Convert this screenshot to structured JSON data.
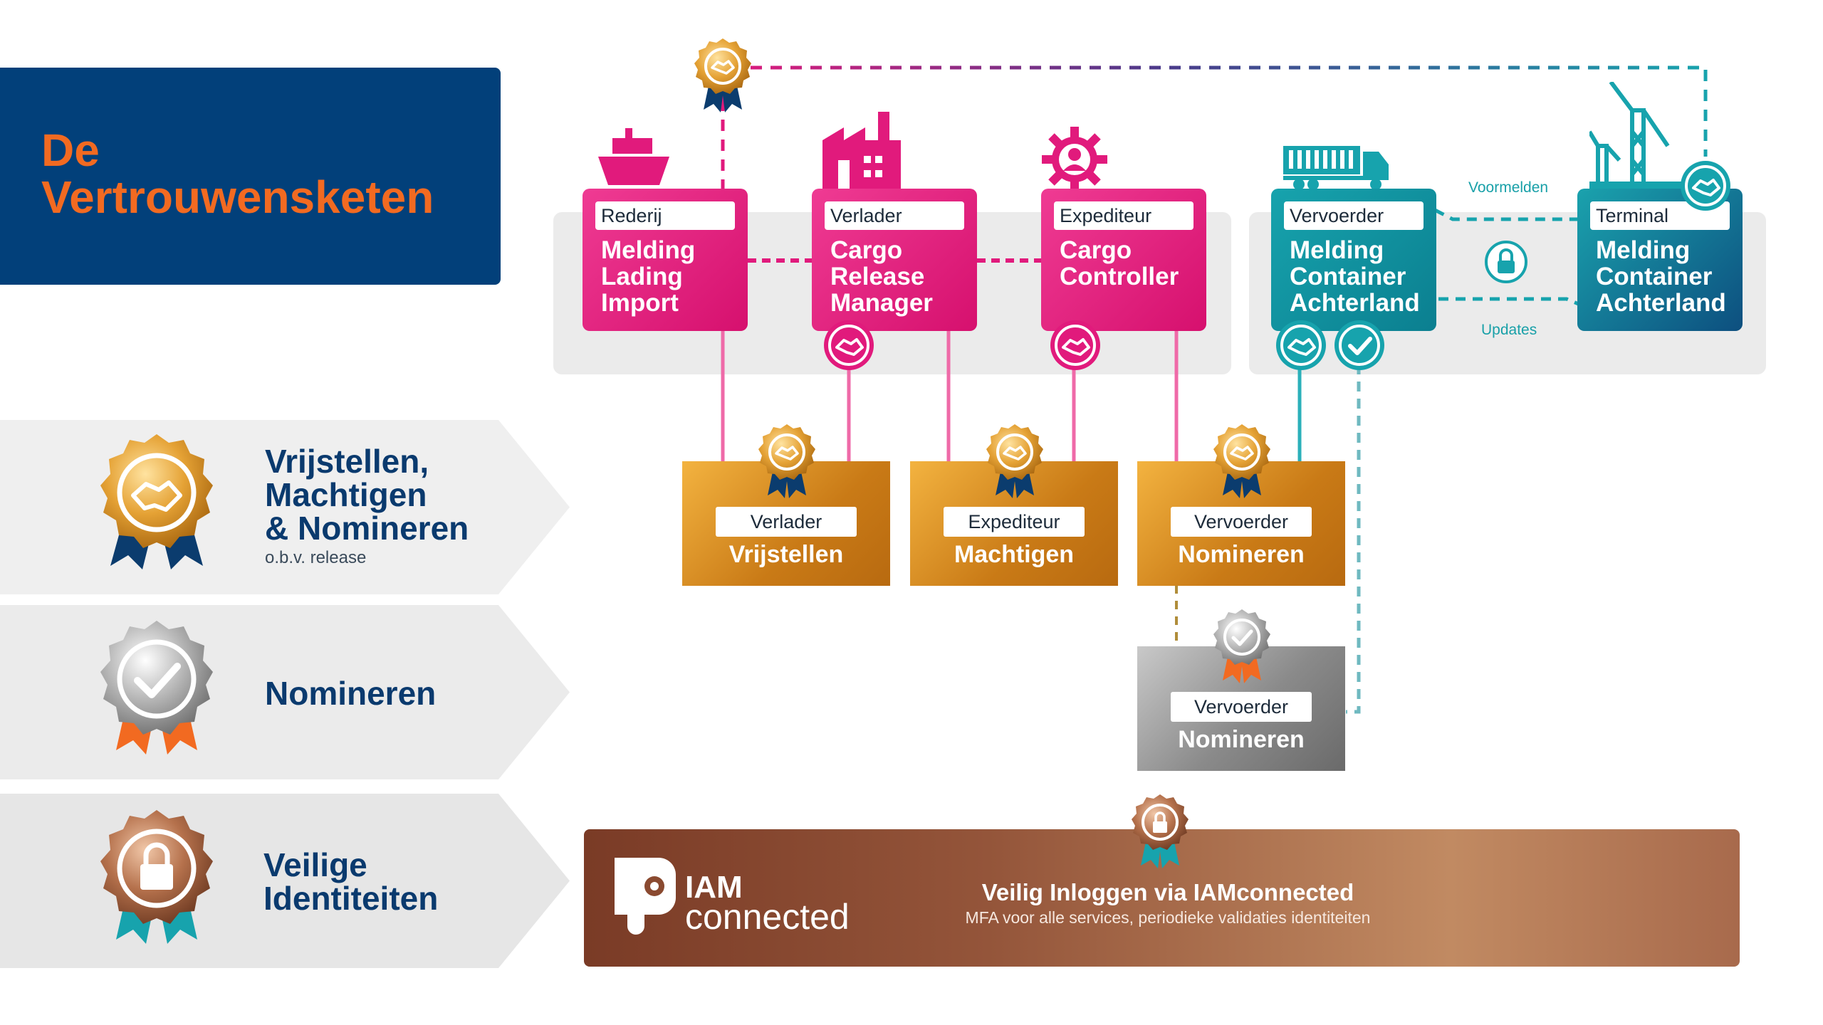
{
  "title": {
    "line1": "De",
    "line2": "Vertrouwensketen"
  },
  "legend": [
    {
      "title_lines": [
        "Vrijstellen,",
        "Machtigen",
        "& Nomineren"
      ],
      "subtitle": "o.b.v. release",
      "badge": "handshake-icon"
    },
    {
      "title_lines": [
        "Nomineren"
      ],
      "badge": "check-icon"
    },
    {
      "title_lines": [
        "Veilige",
        "Identiteiten"
      ],
      "badge": "lock-icon"
    }
  ],
  "roles": [
    {
      "label": "Rederij",
      "body": [
        "Melding",
        "Lading",
        "Import"
      ],
      "icon": "ship-icon"
    },
    {
      "label": "Verlader",
      "body": [
        "Cargo",
        "Release",
        "Manager"
      ],
      "icon": "factory-icon"
    },
    {
      "label": "Expediteur",
      "body": [
        "Cargo",
        "Controller"
      ],
      "icon": "gear-person-icon"
    },
    {
      "label": "Vervoerder",
      "body": [
        "Melding",
        "Container",
        "Achterland"
      ],
      "icon": "truck-icon"
    },
    {
      "label": "Terminal",
      "body": [
        "Melding",
        "Container",
        "Achterland"
      ],
      "icon": "crane-icon"
    }
  ],
  "connectors": {
    "pre_notice": "Voormelden",
    "updates": "Updates"
  },
  "delegations": [
    {
      "label": "Verlader",
      "action": "Vrijstellen"
    },
    {
      "label": "Expediteur",
      "action": "Machtigen"
    },
    {
      "label": "Vervoerder",
      "action": "Nomineren"
    }
  ],
  "nomination": {
    "label": "Vervoerder",
    "action": "Nomineren"
  },
  "iam": {
    "logo_line1": "IAM",
    "logo_line2": "connected",
    "headline": "Veilig Inloggen via IAMconnected",
    "subline": "MFA voor alle services, periodieke validaties identiteiten"
  },
  "colors": {
    "navy": "#02407a",
    "orange": "#f26a21",
    "pink": "#e11a7c",
    "teal": "#17a3ad",
    "gold": "#e39a2a",
    "silver": "#9a9a9a",
    "bronze": "#9b5a3a"
  }
}
